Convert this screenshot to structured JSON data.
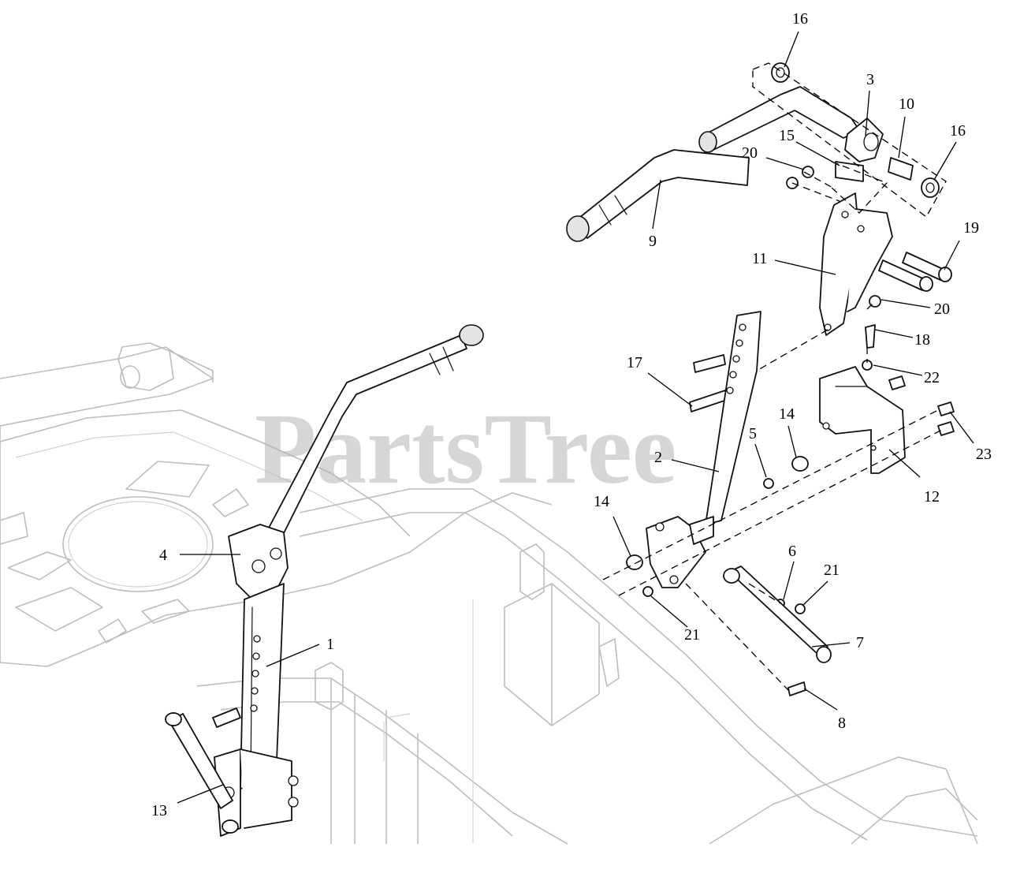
{
  "watermark": {
    "text": "PartsTree",
    "mark": "™"
  },
  "callouts": [
    {
      "id": "c1",
      "label": "1"
    },
    {
      "id": "c2",
      "label": "2"
    },
    {
      "id": "c3",
      "label": "3"
    },
    {
      "id": "c4",
      "label": "4"
    },
    {
      "id": "c5",
      "label": "5"
    },
    {
      "id": "c6",
      "label": "6"
    },
    {
      "id": "c7",
      "label": "7"
    },
    {
      "id": "c8",
      "label": "8"
    },
    {
      "id": "c9",
      "label": "9"
    },
    {
      "id": "c10",
      "label": "10"
    },
    {
      "id": "c11",
      "label": "11"
    },
    {
      "id": "c12",
      "label": "12"
    },
    {
      "id": "c13",
      "label": "13"
    },
    {
      "id": "c14a",
      "label": "14"
    },
    {
      "id": "c14b",
      "label": "14"
    },
    {
      "id": "c15",
      "label": "15"
    },
    {
      "id": "c16a",
      "label": "16"
    },
    {
      "id": "c16b",
      "label": "16"
    },
    {
      "id": "c17",
      "label": "17"
    },
    {
      "id": "c18",
      "label": "18"
    },
    {
      "id": "c19",
      "label": "19"
    },
    {
      "id": "c20a",
      "label": "20"
    },
    {
      "id": "c20b",
      "label": "20"
    },
    {
      "id": "c21a",
      "label": "21"
    },
    {
      "id": "c21b",
      "label": "21"
    },
    {
      "id": "c22",
      "label": "22"
    },
    {
      "id": "c23",
      "label": "23"
    }
  ]
}
